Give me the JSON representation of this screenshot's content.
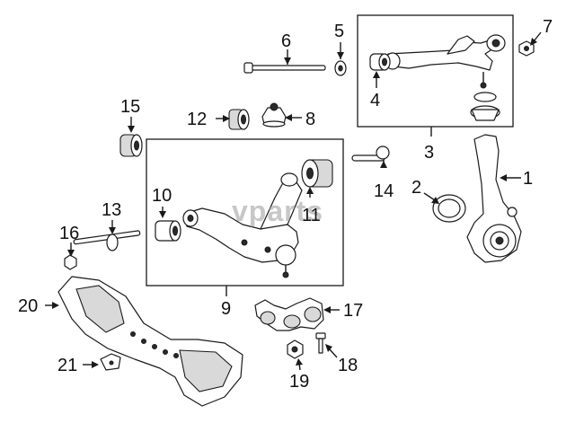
{
  "callouts": {
    "c1": "1",
    "c2": "2",
    "c3": "3",
    "c4": "4",
    "c5": "5",
    "c6": "6",
    "c7": "7",
    "c8": "8",
    "c9": "9",
    "c10": "10",
    "c11": "11",
    "c12": "12",
    "c13": "13",
    "c14": "14",
    "c15": "15",
    "c16": "16",
    "c17": "17",
    "c18": "18",
    "c19": "19",
    "c20": "20",
    "c21": "21"
  },
  "watermark": "vparts",
  "colors": {
    "line": "#1a1a1a",
    "shade": "#d9d9d9",
    "watermark": "#9a9a9a"
  }
}
